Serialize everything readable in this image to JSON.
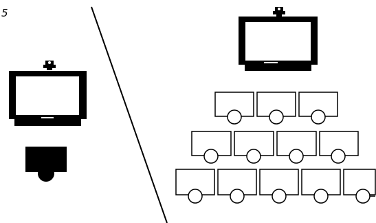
{
  "figure": {
    "number": "5"
  },
  "colors": {
    "ink": "#000000",
    "paper": "#ffffff"
  },
  "icons": {
    "camera": "webcam-icon",
    "display": "monitor-icon",
    "participant": "person-top-view-icon",
    "seat": "chair-icon"
  },
  "left_scene": {
    "participants": 1,
    "displays": 1
  },
  "right_scene": {
    "displays": 1,
    "seat_rows": [
      3,
      4,
      5
    ]
  }
}
